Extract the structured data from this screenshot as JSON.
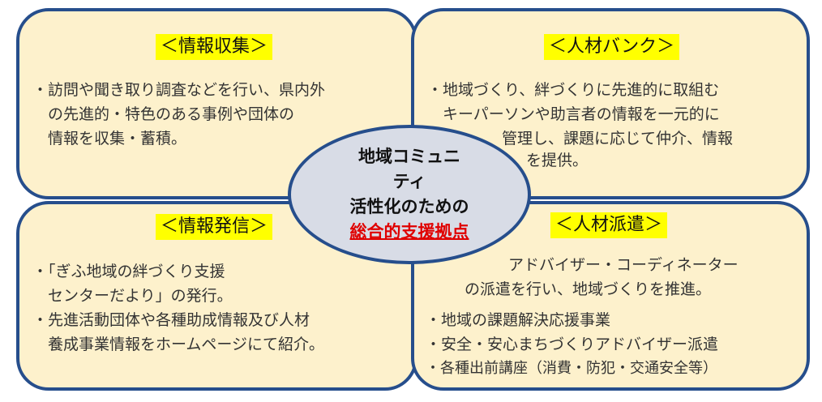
{
  "panels": {
    "tl": {
      "title": "＜情報収集＞",
      "lines": [
        "・訪問や聞き取り調査などを行い、県内外",
        "　の先進的・特色のある事例や団体の",
        "　情報を収集・蓄積。"
      ]
    },
    "tr": {
      "title": "＜人材バンク＞",
      "lines": [
        "・地域づくり、絆づくりに先進的に取組む",
        "　キーパーソンや助言者の情報を一元的に",
        "管理し、課題に応じて仲介、情報",
        "を提供。"
      ]
    },
    "bl": {
      "title": "＜情報発信＞",
      "lines": [
        "・「ぎふ地域の絆づくり支援",
        "　センターだより」の発行。",
        "・先進活動団体や各種助成情報及び人材",
        "　養成事業情報をホームページにて紹介。"
      ]
    },
    "br": {
      "title": "＜人材派遣＞",
      "lines": [
        "アドバイザー・コーディネーター",
        "の派遣を行い、地域づくりを推進。",
        "・地域の課題解決応援事業",
        "・安全・安心まちづくりアドバイザー派遣",
        "・各種出前講座（消費・防犯・交通安全等）"
      ]
    }
  },
  "center": {
    "line1": "地域コミュニ",
    "line2": "ティ",
    "line3": "活性化のための",
    "line4": "総合的支援拠点"
  },
  "colors": {
    "panel_fill": "#fdf1cc",
    "border": "#264e8c",
    "title_highlight": "#ffff00",
    "ellipse_fill": "#d8dce6",
    "accent_red": "#e00000"
  }
}
